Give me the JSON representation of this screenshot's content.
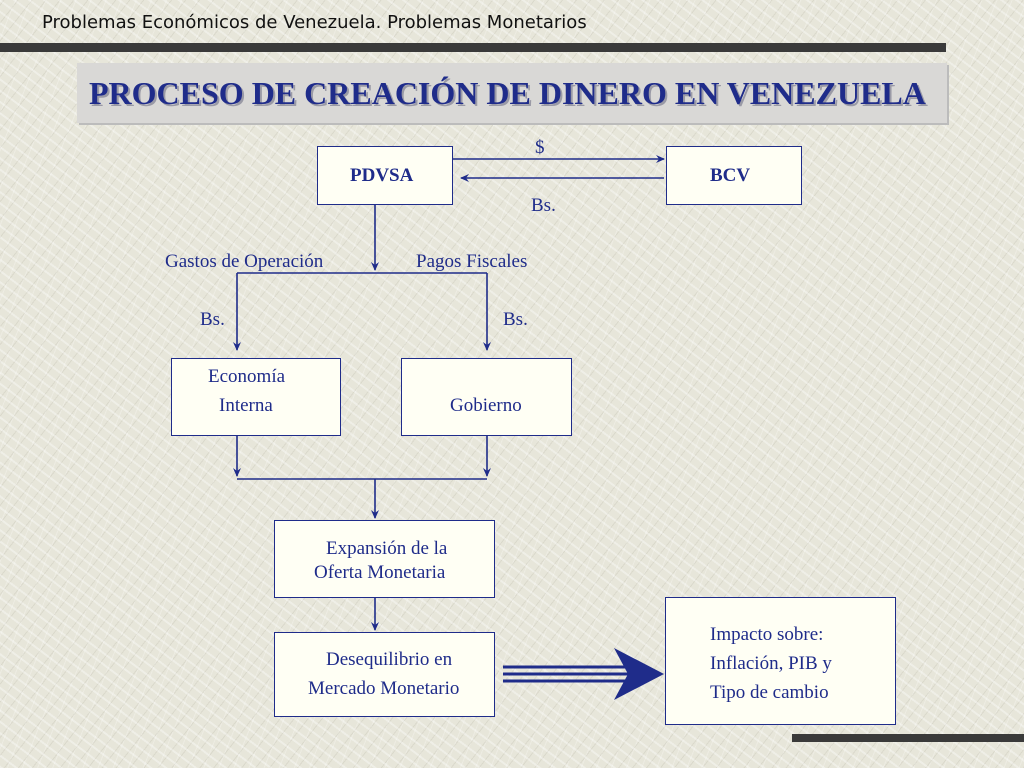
{
  "header": {
    "text": "Problemas Económicos de Venezuela.  Problemas Monetarios"
  },
  "title": "PROCESO DE CREACIÓN DE DINERO EN VENEZUELA",
  "nodes": {
    "pdvsa": "PDVSA",
    "bcv": "BCV",
    "economia_line1": "Economía",
    "economia_line2": "Interna",
    "gobierno": "Gobierno",
    "expansion_line1": "Expansión de la",
    "expansion_line2": "Oferta Monetaria",
    "desequilibrio_line1": "Desequilibrio en",
    "desequilibrio_line2": "Mercado  Monetario",
    "impacto_line1": "Impacto sobre:",
    "impacto_line2": "Inflación, PIB y",
    "impacto_line3": "Tipo de cambio"
  },
  "edge_labels": {
    "dollar": "$",
    "bs_top": "Bs.",
    "gastos": "Gastos de Operación",
    "pagos": "Pagos Fiscales",
    "bs_left": "Bs.",
    "bs_right": "Bs."
  },
  "colors": {
    "diagram_blue": "#1f2c8a",
    "title_blue": "#1f2c8a",
    "bar_dark": "#3a3a3a"
  }
}
